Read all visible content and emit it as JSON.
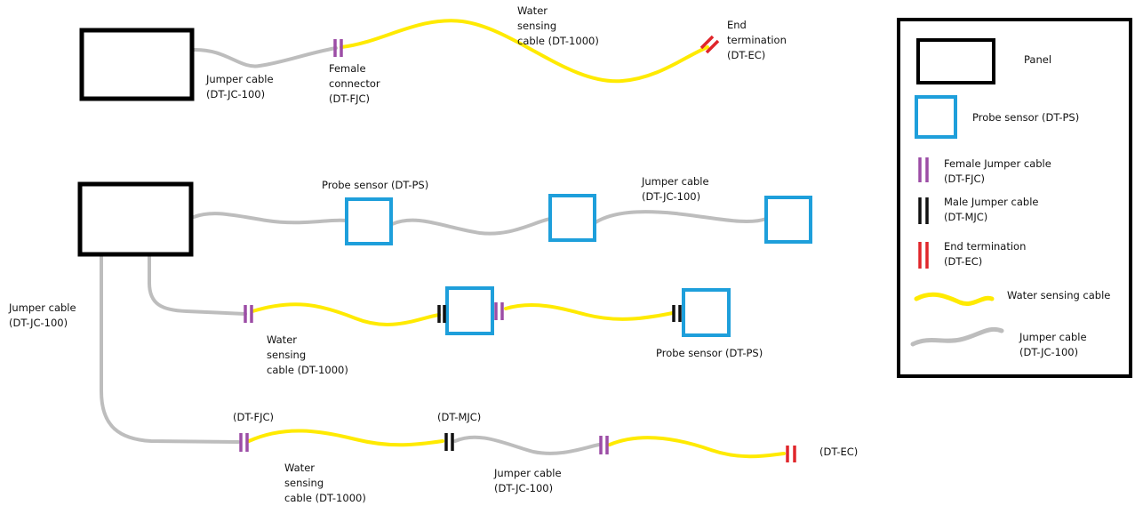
{
  "colors": {
    "yellow_cable": "#FFEA00",
    "gray_cable": "#BDBDBD",
    "blue_sensor": "#1E9FDB",
    "purple_connector": "#9C4DA6",
    "black_connector": "#111111",
    "red_termination": "#E0262B"
  },
  "diagram1": {
    "jumper_label": [
      "Jumper cable",
      "(DT-JC-100)"
    ],
    "female_label": [
      "Female",
      "connector",
      "(DT-FJC)"
    ],
    "water_label": [
      "Water",
      "sensing",
      "cable (DT-1000)"
    ],
    "end_label": [
      "End",
      "termination",
      "(DT-EC)"
    ]
  },
  "diagram2": {
    "probe_top_label": "Probe sensor (DT-PS)",
    "jumper_top_label": [
      "Jumper cable",
      "(DT-JC-100)"
    ],
    "jumper_left_label": [
      "Jumper cable",
      "(DT-JC-100)"
    ],
    "water_mid_label": [
      "Water",
      "sensing",
      "cable (DT-1000)"
    ],
    "probe_mid_label": "Probe sensor (DT-PS)",
    "fjc_label": "(DT-FJC)",
    "mjc_label": "(DT-MJC)",
    "water_bottom_label": [
      "Water",
      "sensing",
      "cable (DT-1000)"
    ],
    "jumper_bottom_label": [
      "Jumper cable",
      "(DT-JC-100)"
    ],
    "ec_label": "(DT-EC)"
  },
  "legend": {
    "items": [
      {
        "icon": "panel-box",
        "label": [
          "Panel"
        ]
      },
      {
        "icon": "probe-sensor-box",
        "label": [
          "Probe sensor (DT-PS)"
        ]
      },
      {
        "icon": "female-connector",
        "label": [
          "Female Jumper cable",
          "(DT-FJC)"
        ]
      },
      {
        "icon": "male-connector",
        "label": [
          "Male Jumper cable",
          "(DT-MJC)"
        ]
      },
      {
        "icon": "end-termination",
        "label": [
          "End termination",
          "(DT-EC)"
        ]
      },
      {
        "icon": "water-sensing-cable",
        "label": [
          "Water sensing cable"
        ]
      },
      {
        "icon": "jumper-cable",
        "label": [
          "Jumper cable",
          "(DT-JC-100)"
        ]
      }
    ]
  }
}
